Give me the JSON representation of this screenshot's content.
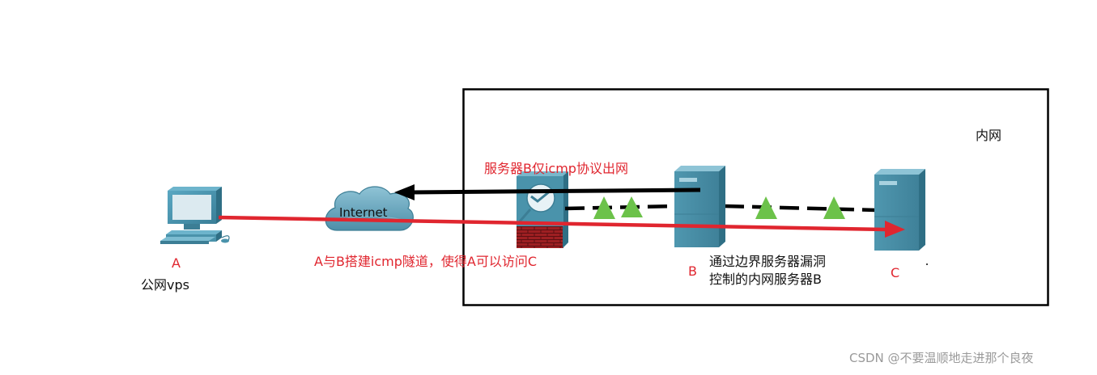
{
  "colors": {
    "red": "#e0262f",
    "black": "#000000",
    "teal": "#4a93ab",
    "green": "#6cc24a",
    "firewall_brick": "#9e1f22",
    "watermark": "#9a9a9a"
  },
  "icons": {
    "host_a": "computer-monitor-icon",
    "internet": "cloud-icon",
    "firewall": "firewall-icon",
    "server_b": "server-tower-icon",
    "server_c": "server-tower-icon"
  },
  "labels": {
    "intranet": "内网",
    "server_icmp_only": "服务器B仅icmp协议出网",
    "internet": "Internet",
    "node_a": "A",
    "public_vps": "公网vps",
    "tunnel_desc": "A与B搭建icmp隧道，使得A可以访问C",
    "node_b": "B",
    "server_b_desc_line1": "通过边界服务器漏洞",
    "server_b_desc_line2": "控制的内网服务器B",
    "node_c": "C",
    "watermark": "CSDN @不要温顺地走进那个良夜"
  }
}
